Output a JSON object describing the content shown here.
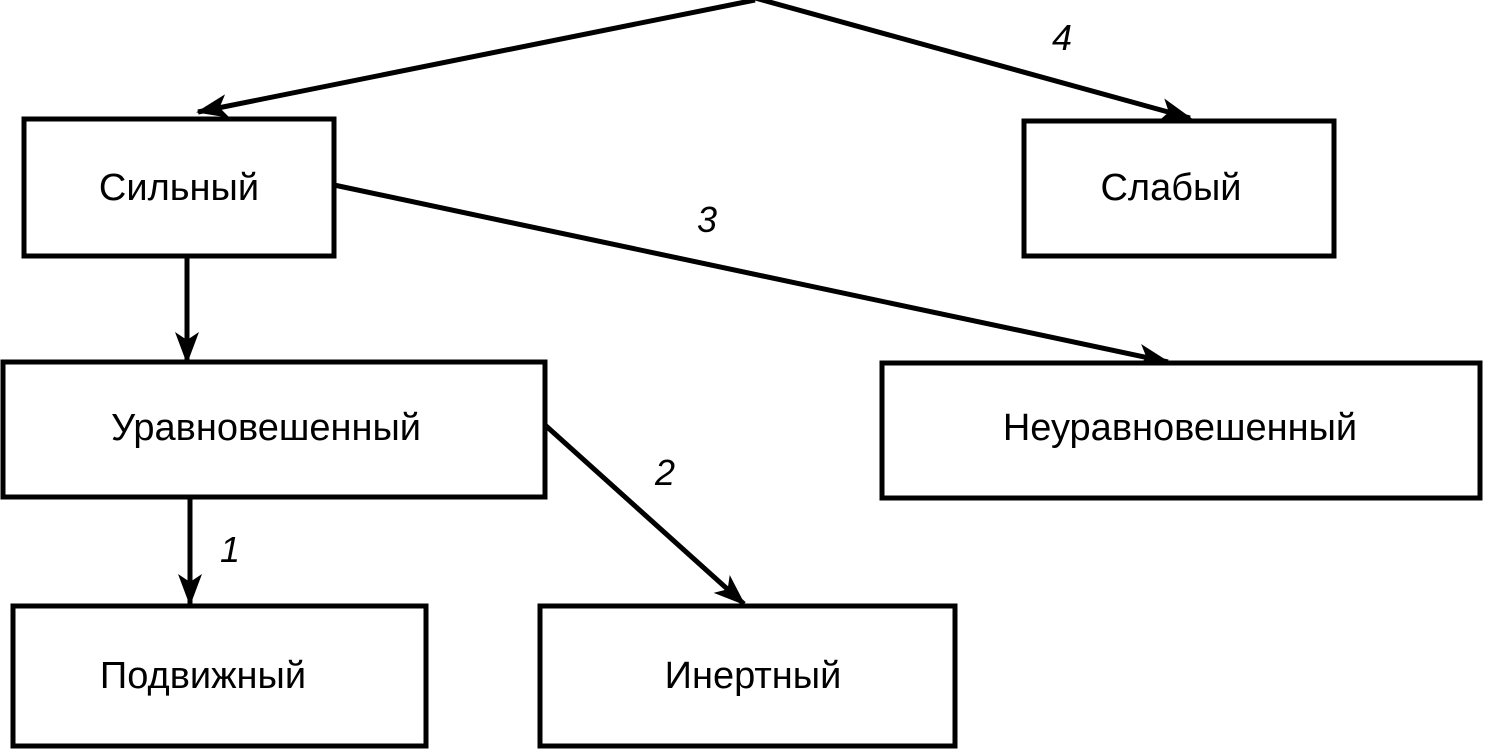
{
  "diagram": {
    "nodes": {
      "strong": "Сильный",
      "weak": "Слабый",
      "balanced": "Уравновешенный",
      "unbalanced": "Неуравновешенный",
      "mobile": "Подвижный",
      "inert": "Инертный"
    },
    "edge_labels": {
      "to_mobile": "1",
      "to_inert": "2",
      "to_unbalanced": "3",
      "to_weak": "4"
    }
  }
}
